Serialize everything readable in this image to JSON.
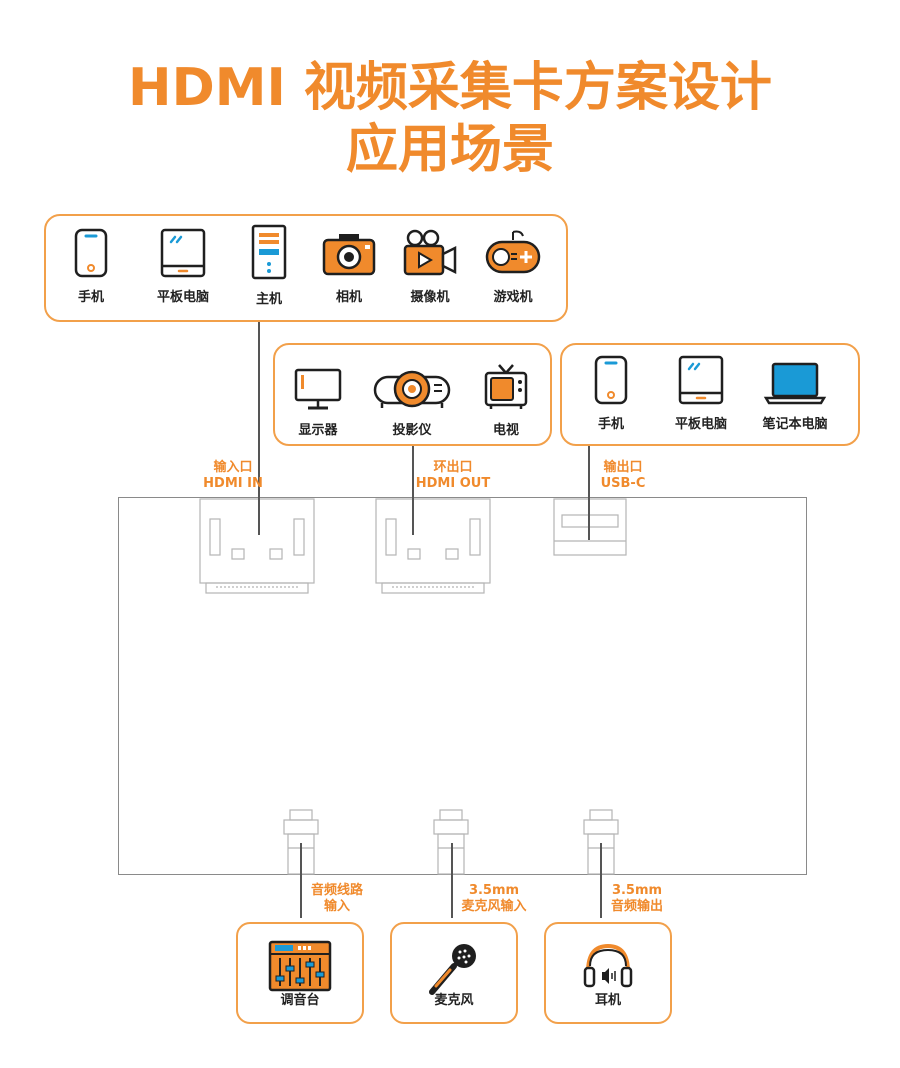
{
  "title": {
    "line1": "HDMI 视频采集卡方案设计",
    "line2": "应用场景"
  },
  "input_sources": {
    "items": [
      {
        "label": "手机",
        "icon": "phone-icon"
      },
      {
        "label": "平板电脑",
        "icon": "tablet-icon"
      },
      {
        "label": "主机",
        "icon": "pc-tower-icon"
      },
      {
        "label": "相机",
        "icon": "camera-icon"
      },
      {
        "label": "摄像机",
        "icon": "video-camera-icon"
      },
      {
        "label": "游戏机",
        "icon": "gamepad-icon"
      }
    ]
  },
  "loop_outputs": {
    "items": [
      {
        "label": "显示器",
        "icon": "monitor-icon"
      },
      {
        "label": "投影仪",
        "icon": "projector-icon"
      },
      {
        "label": "电视",
        "icon": "tv-icon"
      }
    ]
  },
  "usb_outputs": {
    "items": [
      {
        "label": "手机",
        "icon": "phone-icon"
      },
      {
        "label": "平板电脑",
        "icon": "tablet-icon"
      },
      {
        "label": "笔记本电脑",
        "icon": "laptop-icon"
      }
    ]
  },
  "ports": {
    "hdmi_in": {
      "line1": "输入口",
      "line2": "HDMI IN"
    },
    "hdmi_out": {
      "line1": "环出口",
      "line2": "HDMI OUT"
    },
    "usb_c": {
      "line1": "输出口",
      "line2": "USB-C"
    },
    "line_in": {
      "line1": "音频线路",
      "line2": "输入"
    },
    "mic_in": {
      "line1": "3.5mm",
      "line2": "麦克风输入"
    },
    "audio_out": {
      "line1": "3.5mm",
      "line2": "音频输出"
    }
  },
  "audio_devices": {
    "items": [
      {
        "label": "调音台",
        "icon": "mixer-icon"
      },
      {
        "label": "麦克风",
        "icon": "microphone-icon"
      },
      {
        "label": "耳机",
        "icon": "headphones-icon"
      }
    ]
  },
  "colors": {
    "accent": "#f08a2c",
    "border": "#f2a04a",
    "blue": "#1a9ad6",
    "dark": "#1f1f1f"
  }
}
